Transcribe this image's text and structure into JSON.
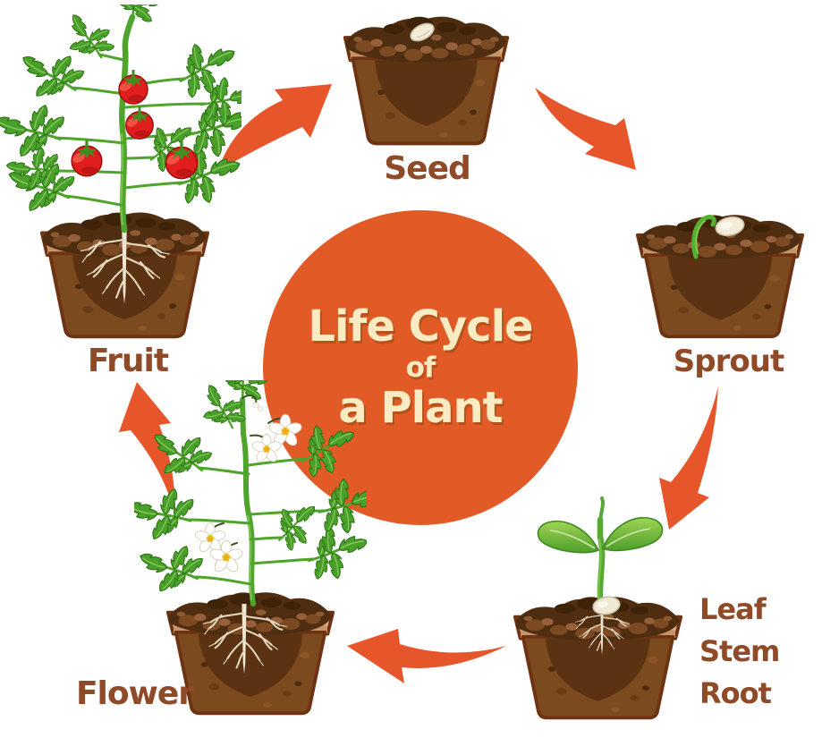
{
  "diagram": {
    "title": {
      "line1": "Life Cycle",
      "line2": "of",
      "line3": "a Plant"
    },
    "stages": [
      {
        "id": "seed",
        "label": "Seed",
        "icon": "seed-pot-illustration"
      },
      {
        "id": "sprout",
        "label": "Sprout",
        "icon": "sprout-pot-illustration"
      },
      {
        "id": "leaf-stem-root",
        "lines": [
          "Leaf",
          "Stem",
          "Root"
        ],
        "icon": "seedling-pot-illustration"
      },
      {
        "id": "flower",
        "label": "Flower",
        "icon": "flowering-plant-pot-illustration"
      },
      {
        "id": "fruit",
        "label": "Fruit",
        "icon": "fruit-plant-pot-illustration"
      }
    ],
    "arrows": [
      {
        "from": "Fruit",
        "to": "Seed"
      },
      {
        "from": "Seed",
        "to": "Sprout"
      },
      {
        "from": "Sprout",
        "to": "Leaf Stem Root"
      },
      {
        "from": "Leaf Stem Root",
        "to": "Flower"
      },
      {
        "from": "Flower",
        "to": "Fruit"
      }
    ],
    "colors": {
      "background": "#FFFFFF",
      "center_circle": "#E25A26",
      "title_text": "#FAEBC2",
      "arrow": "#E7552B",
      "label_text": "#8F4A27",
      "pot_body": "#7C4A1F",
      "soil": "#4F2D11",
      "leaf_green": "#49A02A",
      "tomato_red": "#E01E1E",
      "flower_petal": "#FFFFFF",
      "flower_center": "#F2C62C",
      "root_color": "#EFE7D2"
    }
  }
}
